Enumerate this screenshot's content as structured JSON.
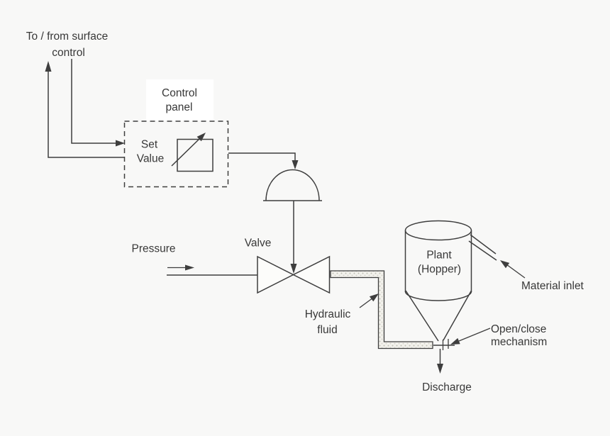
{
  "diagram": {
    "labels": {
      "surface_control_line1": "To / from surface",
      "surface_control_line2": "control",
      "control_panel_line1": "Control",
      "control_panel_line2": "panel",
      "set_value_line1": "Set",
      "set_value_line2": "Value",
      "pressure": "Pressure",
      "valve": "Valve",
      "plant_line1": "Plant",
      "plant_line2": "(Hopper)",
      "material_inlet": "Material inlet",
      "hydraulic_fluid_line1": "Hydraulic",
      "hydraulic_fluid_line2": "fluid",
      "open_close_line1": "Open/close",
      "open_close_line2": "mechanism",
      "discharge": "Discharge"
    },
    "colors": {
      "bg": "#f8f8f7",
      "line": "#3e3e3e",
      "text": "#383838",
      "pipe_base": "#f2f1ec",
      "pipe_dot": "#c0bfb5"
    }
  }
}
